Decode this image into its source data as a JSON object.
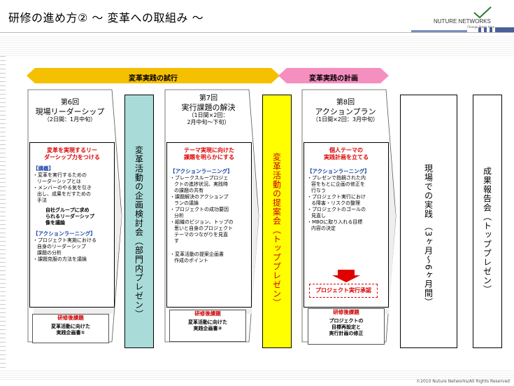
{
  "title": "研修の進め方② 〜 変革への取組み 〜",
  "logo": {
    "name": "NUTURE NETWORKS",
    "tagline": "Change Starts Here"
  },
  "phases": {
    "trial": "変革実践の試行",
    "plan": "変革実践の計画"
  },
  "sessions": [
    {
      "title": "第6回",
      "name": "現場リーダーシップ",
      "schedule": "（2日間：1月中旬）"
    },
    {
      "title": "第7回",
      "name": "実行課題の解決",
      "schedule1": "（1日間×2回：",
      "schedule2": "2月中旬〜下旬）"
    },
    {
      "title": "第8回",
      "name": "アクションプラン",
      "schedule": "（1日間×2回：3月中旬）"
    }
  ],
  "vertical_boxes": {
    "dept": "変革活動の企画検討会（部門内プレゼン）",
    "top": "変革活動の提案会（トッププレゼン）",
    "field": "現場での実践 （3ヶ月〜6ヶ月間）",
    "report": "成果報告会（トッププレゼン）"
  },
  "cards": {
    "c1": {
      "heading": [
        "変革を実現するリー",
        "ダーシップ力をつける"
      ],
      "lecture_title": "【講義】",
      "lecture_items": [
        "・変革を実行するための",
        "リーダーシップとは",
        "・メンバーのやる気を引き",
        "出し、成果をだすための",
        "手法"
      ],
      "group": [
        "自社グループに求め",
        "られるリーダーシップ",
        "像を議論"
      ],
      "action_title": "【アクションラーニング】",
      "action_items": [
        "・プロジェクト実施における",
        "自身のリーダーシップ",
        "課題の分析",
        "・課題克服の方法を議論"
      ]
    },
    "c2": {
      "heading": [
        "テーマ実現に向けた",
        "課題を明らかにする"
      ],
      "action_title": "【アクションラーニング】",
      "items": [
        "・ブレークスループロジェ",
        "クトの進捗状況、実践時",
        "の課題の共有",
        "・課題解決のアクションプ",
        "ランの議論",
        "・プロジェクトの成功要因",
        "分析",
        "・組織のビジョン、トップの",
        "思いと自身のプロジェクト",
        "テーマのつながりを見直",
        "す",
        "・変革活動の提案企画書",
        "作成のポイント"
      ]
    },
    "c3": {
      "heading": [
        "個人テーマの",
        "実践計画を立てる"
      ],
      "action_title": "【アクションラーニング】",
      "items": [
        "・プレゼンで指摘された内",
        "容をもとに企画の修正を",
        "行なう",
        "・プロジェクト実行におけ",
        "る障害・リスクの整理",
        "・プロジェクトのゴールの",
        "見直し",
        "・MBOに取り入れる目標",
        "内容の決定"
      ],
      "approval": "プロジェクト実行承認"
    }
  },
  "homework": {
    "label": "研修後課題",
    "k1": [
      "変革活動に向けた",
      "実践企画書①"
    ],
    "k2": [
      "変革活動に向けた",
      "実践企画書②"
    ],
    "k3": [
      "プロジェクトの",
      "目標再設定と",
      "実行計画の修正"
    ]
  },
  "copyright": "©2010 Nuture Networks/All Rights Reserved",
  "colors": {
    "trial_arrow": "#f5c000",
    "plan_arrow": "#f58fc0",
    "yellow_box": "#ffff00",
    "teal_box": "#a9dcd8",
    "red_text": "#dd0000",
    "blue_text": "#1f49a8"
  }
}
